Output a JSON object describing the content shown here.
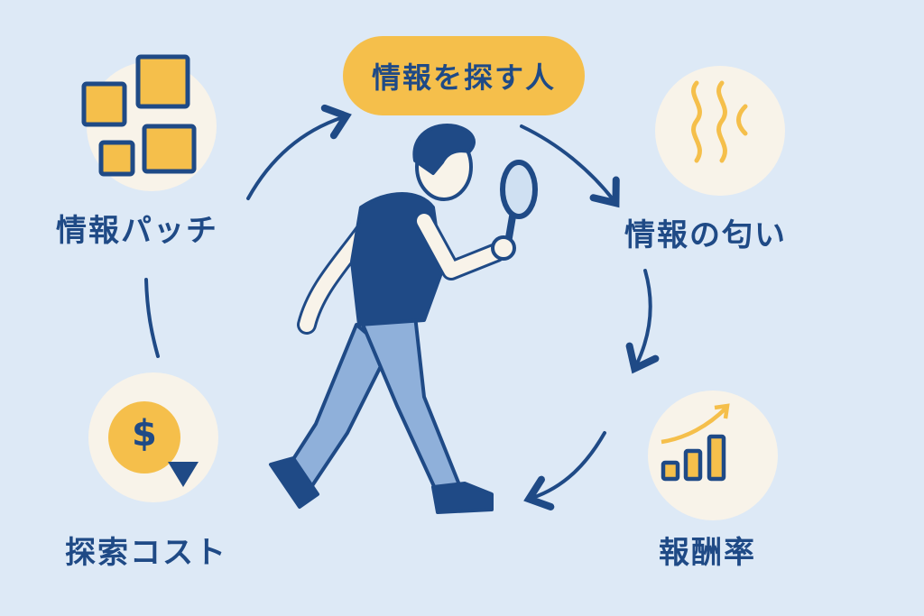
{
  "title": "情報を探す人",
  "nodes": {
    "patch": "情報パッチ",
    "scent": "情報の匂い",
    "reward": "報酬率",
    "cost": "探索コスト"
  },
  "cost_symbol": "$",
  "colors": {
    "background": "#dde9f6",
    "navy": "#1f4a86",
    "yellow": "#f5bf4b",
    "circle": "#f8f3e9",
    "jeans": "#8fb0da"
  }
}
